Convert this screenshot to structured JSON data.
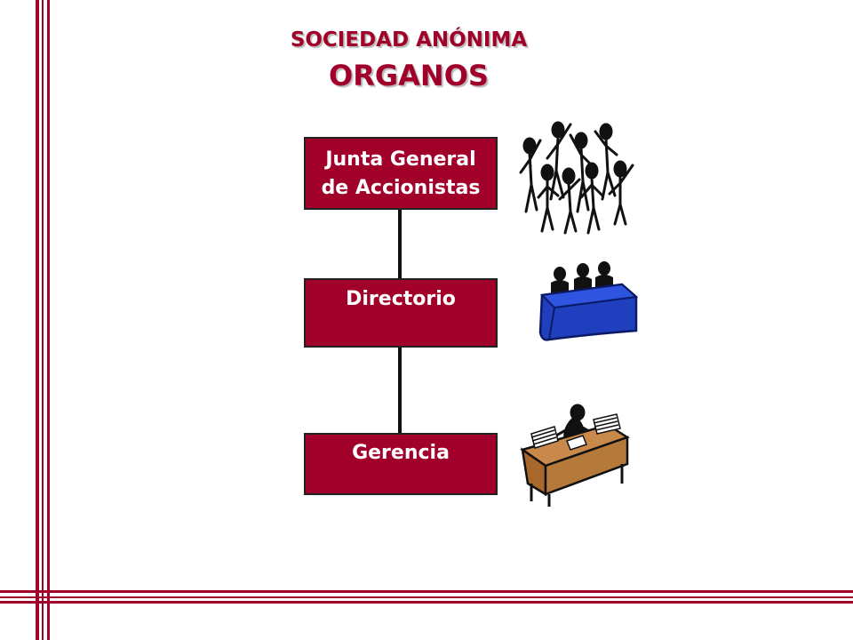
{
  "slide": {
    "title_line1": "SOCIEDAD ANÓNIMA",
    "title_line2": "ORGANOS"
  },
  "org_chart": {
    "nodes": [
      {
        "line1": "Junta General",
        "line2": "de Accionistas",
        "icon": "crowd-icon"
      },
      {
        "line1": "Directorio",
        "line2": "",
        "icon": "board-table-icon"
      },
      {
        "line1": "Gerencia",
        "line2": "",
        "icon": "manager-desk-icon"
      }
    ]
  },
  "colors": {
    "accent": "#a0002a",
    "box_border": "#222222",
    "table_blue": "#1f3fbf",
    "desk_brown": "#b5793a"
  }
}
